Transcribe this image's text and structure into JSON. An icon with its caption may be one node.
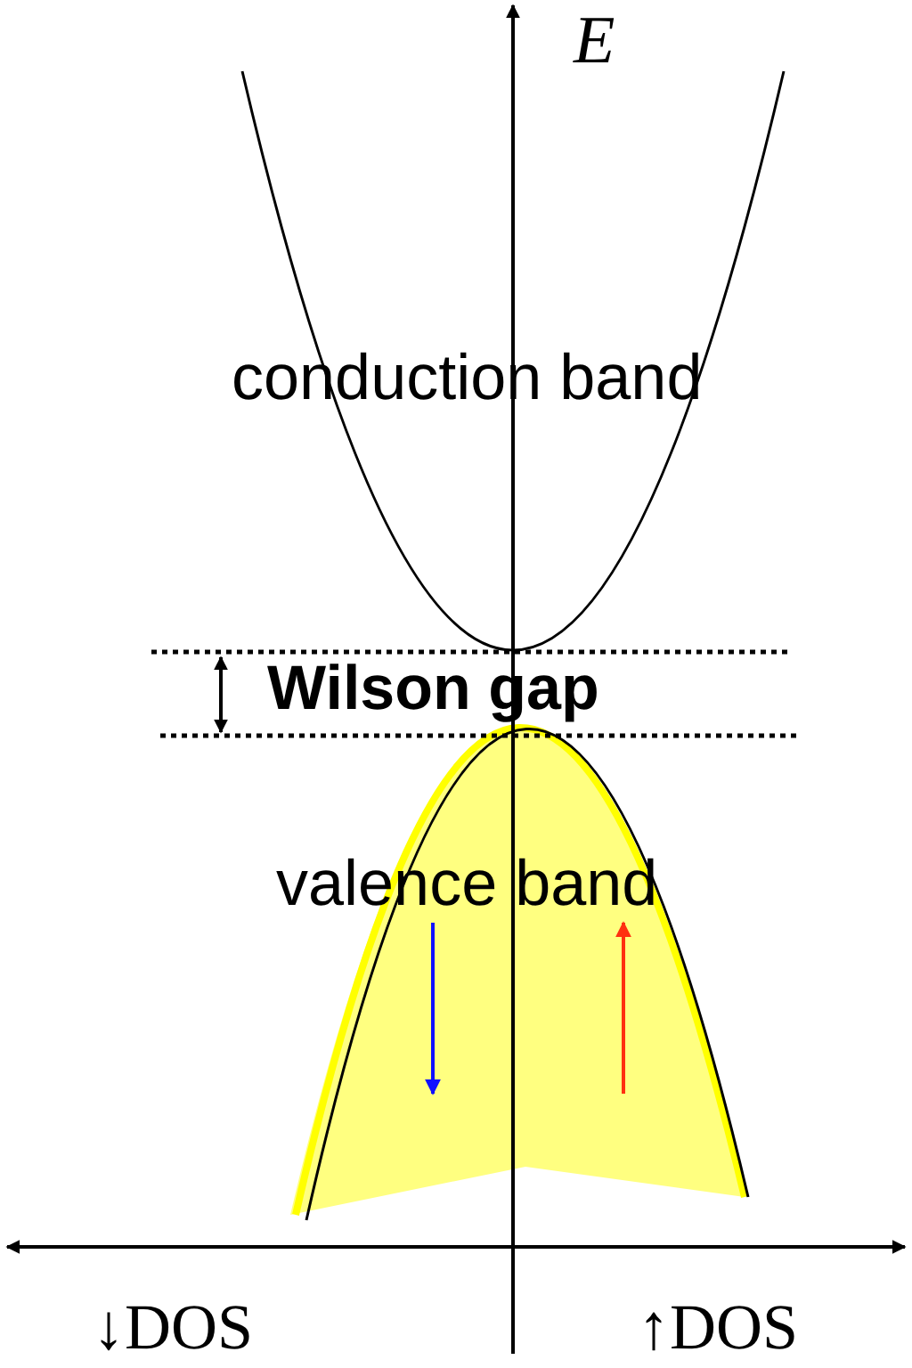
{
  "diagram": {
    "labels": [
      "E",
      "conduction band",
      "Wilson gap",
      "valence band",
      "↓DOS",
      "↑DOS"
    ]
  }
}
